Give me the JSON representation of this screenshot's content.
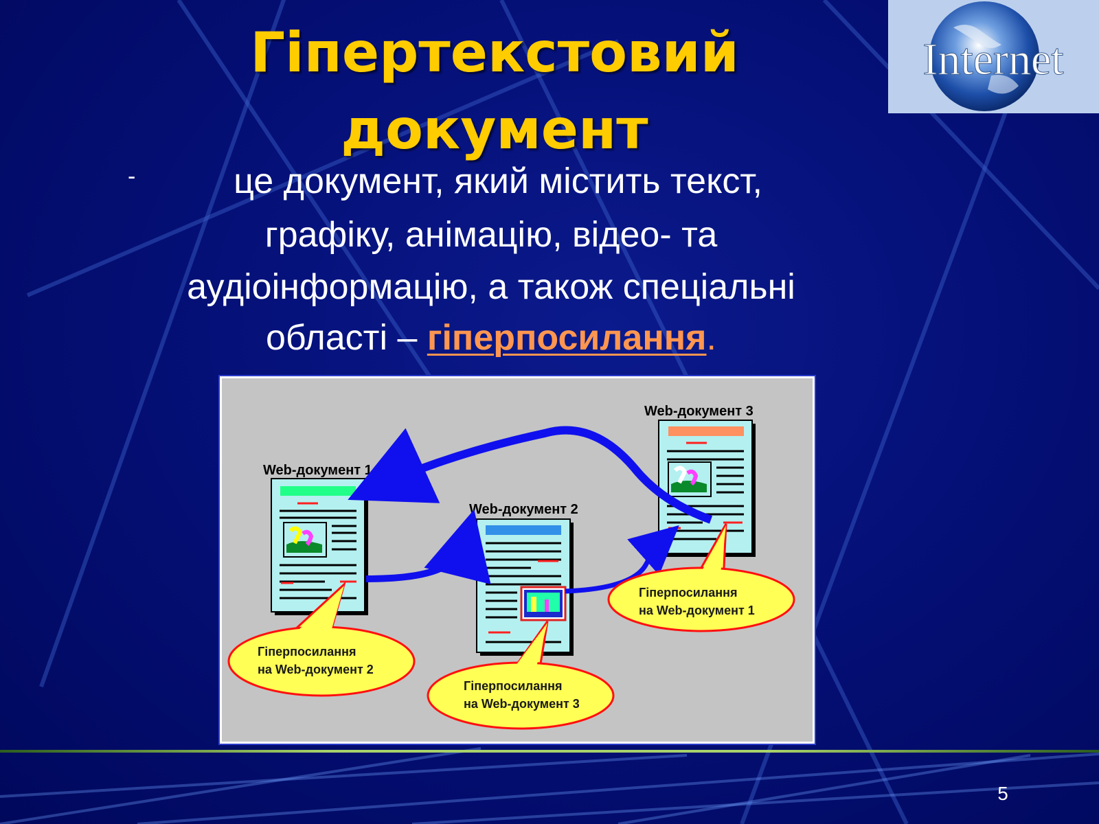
{
  "slide": {
    "title_line1": "Гіпертекстовий",
    "title_line2": "документ",
    "bullet": "-",
    "line1": "це документ, який містить текст,",
    "line2": "графіку, анімацію, відео- та",
    "line3": "аудіоінформацію, а також спеціальні",
    "line4_prefix": "області – ",
    "line4_link": "гіперпосилання",
    "line4_suffix": ".",
    "logo_text": "Internet",
    "page_number": "5"
  },
  "diagram": {
    "doc1_title": "Web-документ 1",
    "doc2_title": "Web-документ 2",
    "doc3_title": "Web-документ 3",
    "callout1_line1": "Гіперпосилання",
    "callout1_line2": "на Web-документ 2",
    "callout2_line1": "Гіперпосилання",
    "callout2_line2": "на Web-документ 3",
    "callout3_line1": "Гіперпосилання",
    "callout3_line2": "на Web-документ 1"
  },
  "colors": {
    "title": "#ffcc00",
    "hyperlink": "#ff9650",
    "arrow": "#1010ee",
    "callout_fill": "#ffff55",
    "callout_border": "#ff1010",
    "page_fill": "#b4f0f0"
  }
}
